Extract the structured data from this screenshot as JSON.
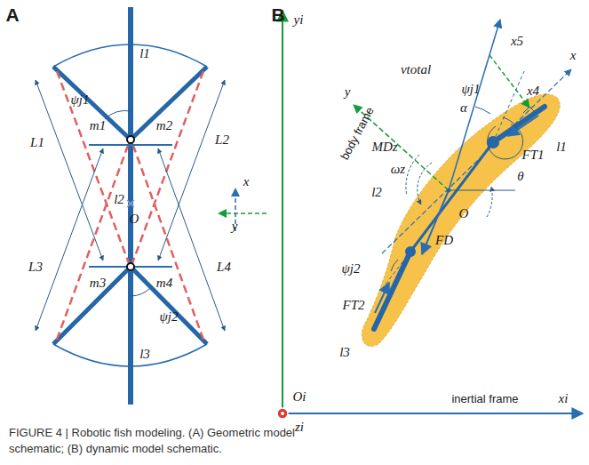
{
  "diagram": {
    "caption": "FIGURE 4 | Robotic fish modeling. (A) Geometric model schematic; (B) dynamic model schematic.",
    "labels": [
      "A",
      "l1",
      "ψj1",
      "m1",
      "m2",
      "x",
      "l2",
      "O",
      "y",
      "L1",
      "L2",
      "L3",
      "L4",
      "m3",
      "m4",
      "ψj2",
      "l3",
      "B",
      "yi",
      "x5",
      "x",
      "vtotal",
      "α",
      "y",
      "body frame",
      "x4",
      "ψj1",
      "MDz",
      "ωz",
      "l2",
      "FT1",
      "θ",
      "l1",
      "O",
      "FD",
      "ψj2",
      "FT2",
      "l3",
      "Oi",
      "zi",
      "inertial frame",
      "xi"
    ]
  }
}
